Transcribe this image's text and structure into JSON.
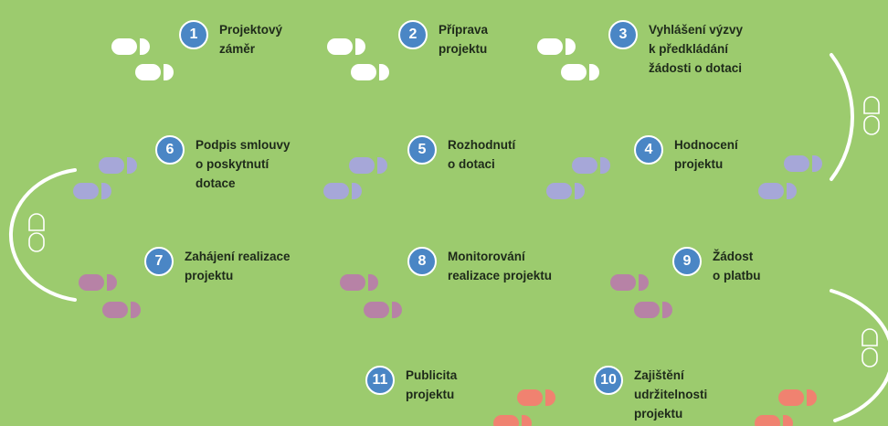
{
  "colors": {
    "background": "#9ccb6e",
    "circle": "#4a86c5",
    "footprints_row1": "#ffffff",
    "footprints_row2": "#a6a7d8",
    "footprints_row3": "#b782a6",
    "footprints_row4": "#f08270",
    "arc": "#ffffff"
  },
  "steps": [
    {
      "num": "1",
      "lines": [
        "Projektový",
        "záměr"
      ]
    },
    {
      "num": "2",
      "lines": [
        "Příprava",
        "projektu"
      ]
    },
    {
      "num": "3",
      "lines": [
        "Vyhlášení výzvy",
        "k předkládání",
        "žádosti o dotaci"
      ]
    },
    {
      "num": "4",
      "lines": [
        "Hodnocení",
        "projektu"
      ]
    },
    {
      "num": "5",
      "lines": [
        "Rozhodnutí",
        "o dotaci"
      ]
    },
    {
      "num": "6",
      "lines": [
        "Podpis smlouvy",
        "o poskytnutí",
        "dotace"
      ]
    },
    {
      "num": "7",
      "lines": [
        "Zahájení realizace",
        "projektu"
      ]
    },
    {
      "num": "8",
      "lines": [
        "Monitorování",
        "realizace projektu"
      ]
    },
    {
      "num": "9",
      "lines": [
        "Žádost",
        "o platbu"
      ]
    },
    {
      "num": "10",
      "lines": [
        "Zajištění",
        "udržitelnosti",
        "projektu"
      ]
    },
    {
      "num": "11",
      "lines": [
        "Publicita",
        "projektu"
      ]
    }
  ]
}
